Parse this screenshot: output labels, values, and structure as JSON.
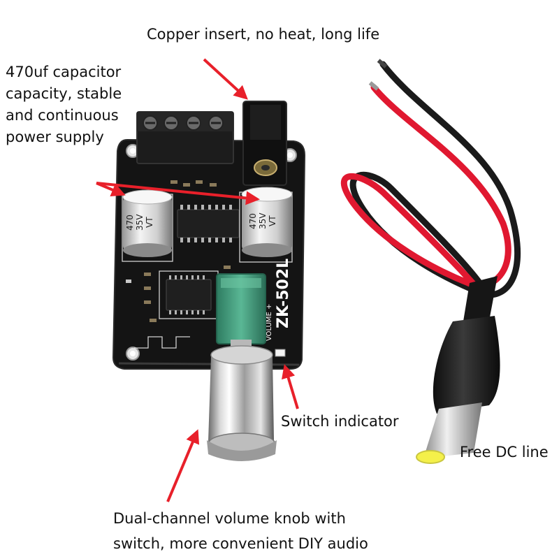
{
  "labels": {
    "copper": "Copper insert, no heat, long life",
    "capacitor": [
      "470uf capacitor",
      "capacity, stable",
      "and continuous",
      "power supply"
    ],
    "switch_indicator": "Switch indicator",
    "dc_line": "Free DC line",
    "knob": [
      "Dual-channel volume knob with",
      "switch, more convenient DIY audio"
    ]
  },
  "board": {
    "model": "ZK-502L",
    "volume_mark": "VOLUME +",
    "cap_value": "470",
    "cap_voltage": "35V",
    "cap_series": "VT"
  },
  "colors": {
    "arrow": "#e8202a",
    "pcb": "#141414",
    "wire_red": "#e01830",
    "wire_black": "#1a1a1a",
    "pot": "#3a9a7a"
  }
}
